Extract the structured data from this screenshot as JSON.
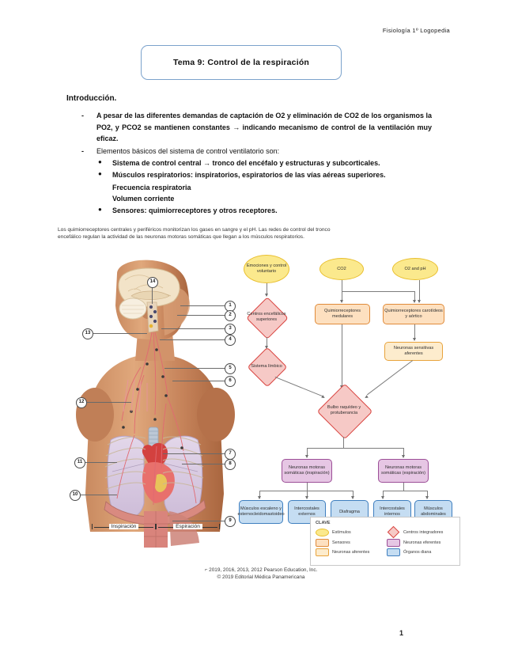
{
  "document": {
    "header": "Fisiología 1º Logopedia",
    "title": "Tema 9: Control de la respiración",
    "section_heading": "Introducción.",
    "page_number": "1"
  },
  "content": {
    "dash_items": [
      {
        "marker": "-",
        "text": "A pesar de las diferentes demandas de captación de O2 y eliminación de CO2 de los organismos la PO2, y PCO2 se mantienen constantes → indicando mecanismo de control de la ventilación muy eficaz."
      },
      {
        "marker": "-",
        "text": "Elementos básicos del sistema de control ventilatorio son:"
      }
    ],
    "bullets": [
      "Sistema de control central → tronco del encéfalo y estructuras y subcorticales.",
      "Músculos respiratorios: inspiratorios, espiratorios de las vías aéreas superiores.",
      "Sensores: quimiorreceptores y otros receptores."
    ],
    "sub_lines": [
      "Frecuencia respiratoria",
      "Volumen corriente"
    ]
  },
  "figure": {
    "caption": "Los quimiorreceptores centrales y periféricos monitorizan los gases en sangre y el pH. Las redes de control del tronco encefálico regulan la actividad de las neuronas motoras somáticas que llegan a los músculos respiratorios.",
    "copyright_line1": "⌐ 2019, 2016, 2013, 2012 Pearson Education, Inc.",
    "copyright_line2": "© 2019 Editorial Médica Panamericana",
    "anatomy": {
      "callouts": [
        "1",
        "2",
        "3",
        "4",
        "5",
        "6",
        "7",
        "8",
        "9",
        "10",
        "11",
        "12",
        "13",
        "14"
      ],
      "breath_left": "Inspiración",
      "breath_right": "Espiración"
    },
    "flowchart": {
      "nodes": {
        "emociones": "Emociones y control voluntario",
        "co2": "CO2",
        "o2_ph": "O2 and pH",
        "centros_encefalicos": "Centros encefálicos superiores",
        "quimio_medulares": "Quimiorreceptores medulares",
        "quimio_carotideos": "Quimiorreceptores carotídeos y aórtico",
        "sistema_limbico": "Sistema límbico",
        "neuronas_sensitivas": "Neuronas sensitivas aferentes",
        "bulbo": "Bulbo raquídeo y protuberancia",
        "motoras_inspiracion": "Neuronas motoras somáticas (inspiración)",
        "motoras_espiracion": "Neuronas motoras somáticas (espiración)",
        "escaleno": "Músculos escaleno y esternocleidomastoideo",
        "intercostales_externos": "Intercostales externos",
        "diafragma": "Diafragma",
        "intercostales_internos": "Intercostales internos",
        "abdominales": "Músculos abdominales"
      },
      "legend": {
        "title": "CLAVE",
        "items": [
          {
            "label": "Estímulos",
            "shape": "oval",
            "color": "#fbe98d"
          },
          {
            "label": "Centros integradores",
            "shape": "diamond",
            "color": "#f6c9c6"
          },
          {
            "label": "Sensores",
            "shape": "sensor",
            "color": "#fde0c0"
          },
          {
            "label": "Neuronas eferentes",
            "shape": "efferent",
            "color": "#e6c6e4"
          },
          {
            "label": "Neuronas aferentes",
            "shape": "afferent",
            "color": "#fdeccd"
          },
          {
            "label": "Órganos diana",
            "shape": "target",
            "color": "#c5ddf2"
          }
        ]
      }
    }
  },
  "colors": {
    "title_border": "#7ba2cc",
    "stimulus": "#fbe98d",
    "integrator": "#f6c9c6",
    "sensor": "#fde0c0",
    "afferent": "#fdeccd",
    "efferent": "#e6c6e4",
    "target": "#c5ddf2"
  }
}
